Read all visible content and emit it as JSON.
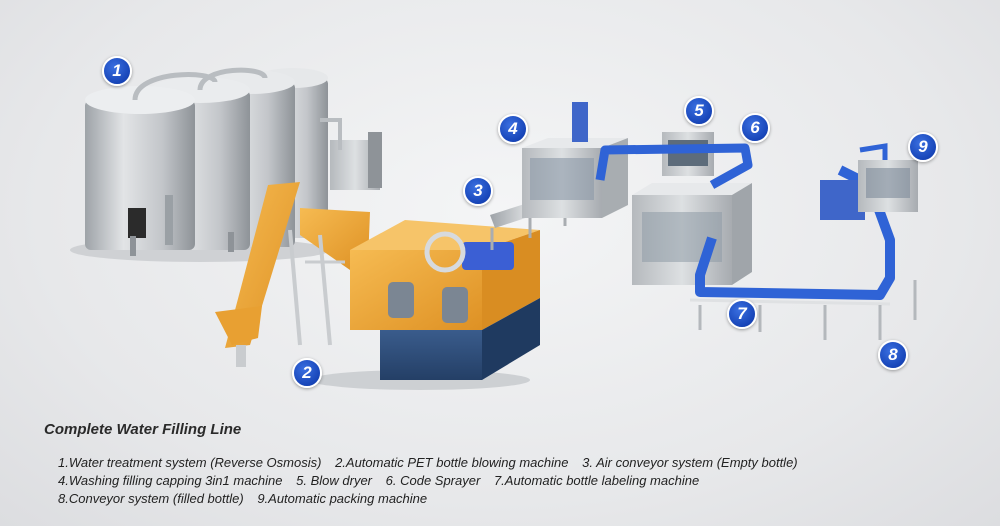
{
  "caption": "Complete Water Filling Line",
  "markers": [
    "1",
    "2",
    "3",
    "4",
    "5",
    "6",
    "7",
    "8",
    "9"
  ],
  "legend": {
    "line1": [
      "1.Water treatment system (Reverse Osmosis)",
      "2.Automatic PET bottle blowing machine",
      "3. Air conveyor system (Empty bottle)"
    ],
    "line2": [
      "4.Washing filling capping 3in1 machine",
      "5. Blow dryer",
      "6. Code Sprayer",
      "7.Automatic bottle labeling machine"
    ],
    "line3": [
      "8.Conveyor system (filled bottle)",
      "9.Automatic packing machine"
    ]
  },
  "colors": {
    "badge_blue": "#1745b8",
    "conveyor_blue": "#2f63d6",
    "blower_orange": "#f0a93a",
    "steel_grey": "#c9cccf",
    "base_navy": "#2d4d7a"
  }
}
